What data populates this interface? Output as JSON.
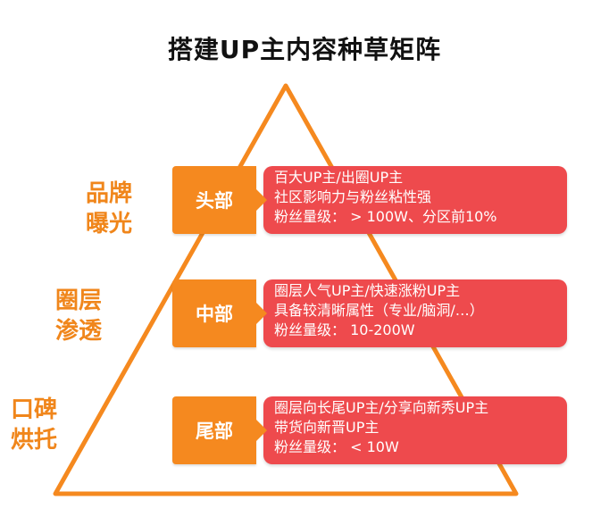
{
  "title": "搭建UP主内容种草矩阵",
  "side_labels": [
    {
      "line1": "品牌",
      "line2": "曝光"
    },
    {
      "line1": "圈层",
      "line2": "渗透"
    },
    {
      "line1": "口碑",
      "line2": "烘托"
    }
  ],
  "tiers": [
    {
      "tab": "头部",
      "lines": [
        "百大UP主/出圈UP主",
        "社区影响力与粉丝粘性强",
        "粉丝量级： > 100W、分区前10%"
      ]
    },
    {
      "tab": "中部",
      "lines": [
        "圈层人气UP主/快速涨粉UP主",
        "具备较清晰属性（专业/脑洞/…）",
        "粉丝量级： 10-200W"
      ]
    },
    {
      "tab": "尾部",
      "lines": [
        "圈层向长尾UP主/分享向新秀UP主",
        "带货向新晋UP主",
        "粉丝量级： < 10W"
      ]
    }
  ],
  "colors": {
    "pyramid_stroke": "#f5891f",
    "tab_fill": "#f5891f",
    "box_fill": "#ee4a4d",
    "side_label": "#f0861b"
  }
}
